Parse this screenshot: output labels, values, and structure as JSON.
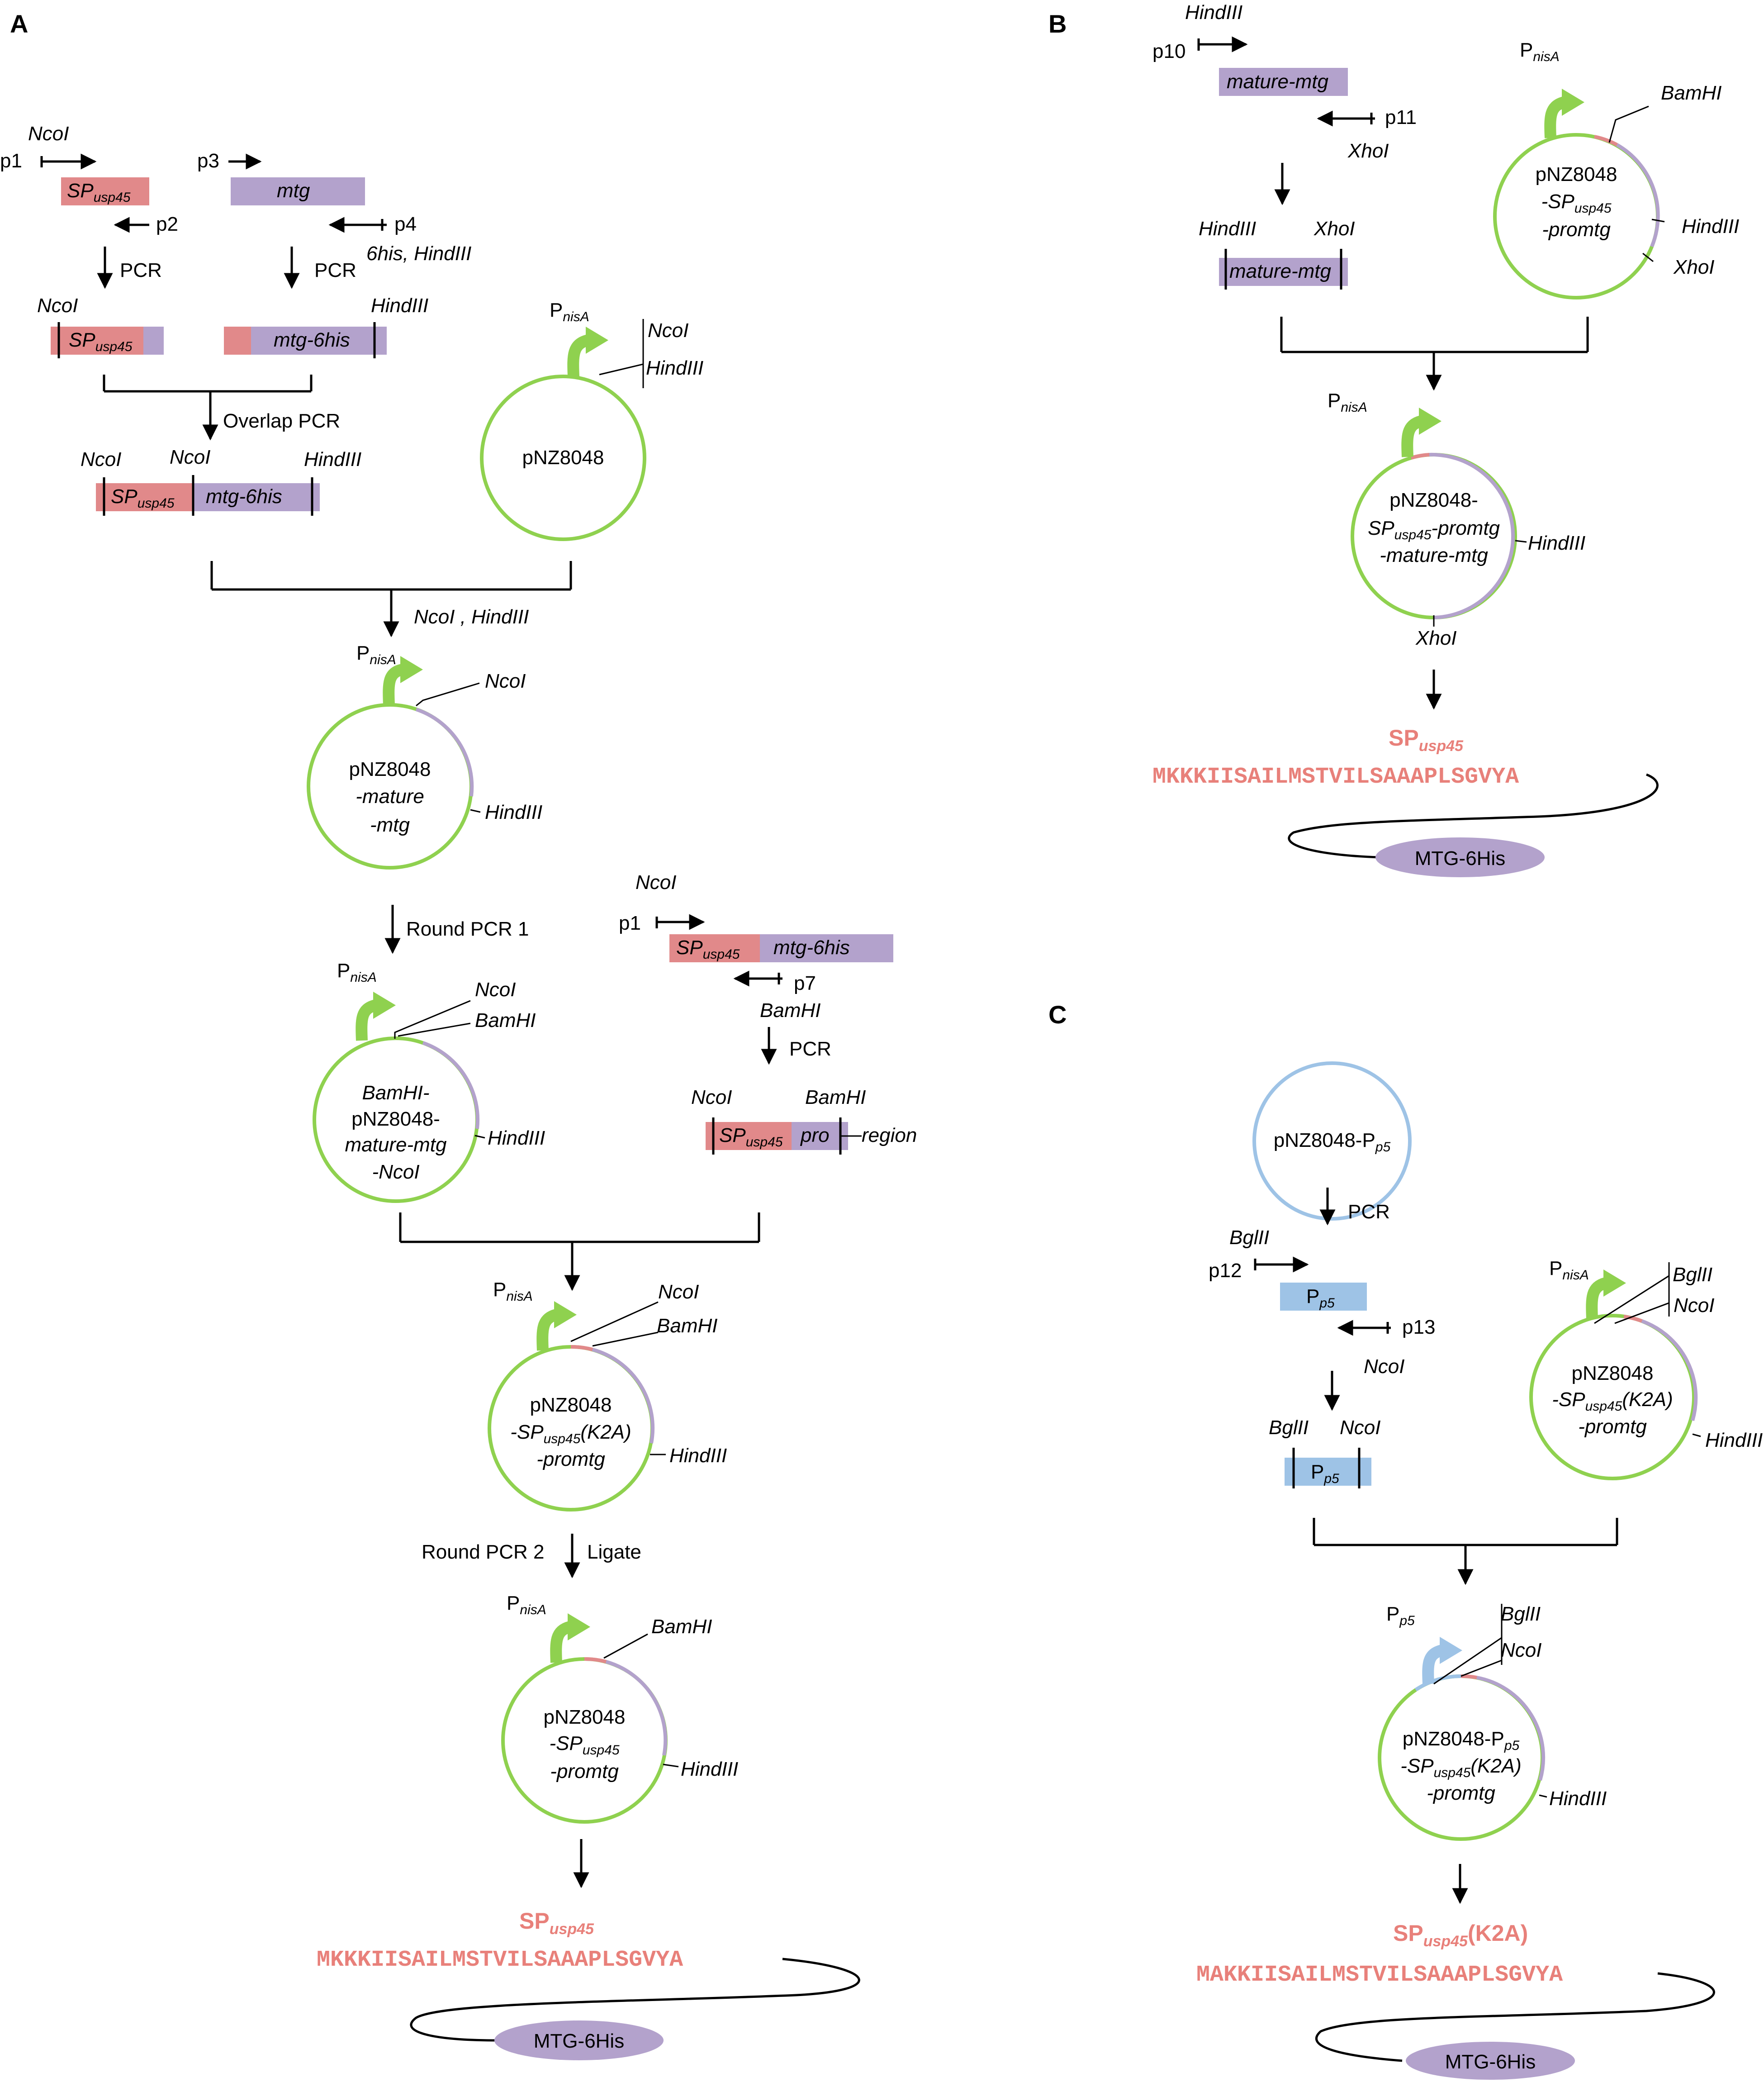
{
  "panels": {
    "a": "A",
    "b": "B",
    "c": "C"
  },
  "colors": {
    "signal_peptide": "#e1898a",
    "mtg": "#b3a2cc",
    "plasmid": "#8fd14f",
    "promoter_p5": "#9ec3e6",
    "sequence_text": "#e8807a",
    "protein": "#b3a2cc"
  },
  "icons": {
    "promoter": "bent-arrow-icon",
    "primer": "primer-arrow-icon",
    "step": "down-arrow-icon"
  },
  "labels": {
    "p1": "p1",
    "p2": "p2",
    "p3": "p3",
    "p4": "p4",
    "p7": "p7",
    "p10": "p10",
    "p11": "p11",
    "p12": "p12",
    "p13": "p13",
    "ncoi": "NcoI",
    "hindiii": "HindIII",
    "bamhi": "BamHI",
    "xhoi": "XhoI",
    "bglii": "BglII",
    "six_his_hind": "6his, HindIII",
    "pcr": "PCR",
    "overlap_pcr": "Overlap PCR",
    "digest": "NcoI , HindIII",
    "round1": "Round PCR 1",
    "round2": "Round PCR 2",
    "ligate": "Ligate",
    "p_main": "P",
    "nisA": "nisA",
    "p5": "p5",
    "sp_main": "SP",
    "usp45": "usp45",
    "mtg": "mtg",
    "mtg6his": "mtg-6his",
    "mature_mtg": "mature-mtg",
    "pro": "pro",
    "region": "region"
  },
  "plasmids": {
    "pnz8048": "pNZ8048",
    "mature": [
      "pNZ8048",
      "-mature",
      "-mtg"
    ],
    "bamhi_pl": [
      "BamHI-",
      "pNZ8048-",
      "mature-mtg",
      "-NcoI"
    ],
    "k2a_l1": "pNZ8048",
    "k2a_l3": "-promtg",
    "k2a_suffix": "(K2A)",
    "sp_l1": "pNZ8048",
    "sp_l3": "-promtg",
    "b_final": [
      "pNZ8048-",
      "-promtg",
      "-mature-mtg"
    ],
    "c_template": "pNZ8048-P",
    "c_final_l1": "pNZ8048-P"
  },
  "sequences": {
    "wt": "MKKKIISAILMSTVILSAAAPLSGVYA",
    "k2a": "MAKKIISAILMSTVILSAAAPLSGVYA"
  },
  "protein_label": "MTG-6His"
}
